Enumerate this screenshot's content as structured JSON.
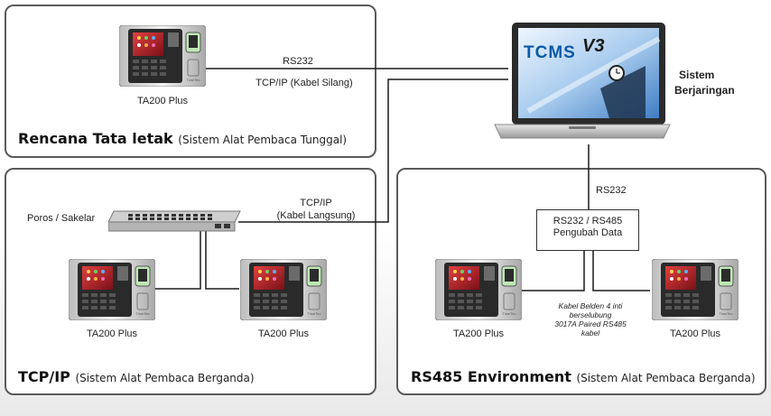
{
  "panels": {
    "single": {
      "title": "Rencana Tata letak",
      "subtitle": "(Sistem Alat Pembaca Tunggal)"
    },
    "tcpip": {
      "title": "TCP/IP",
      "subtitle": "(Sistem Alat Pembaca Berganda)"
    },
    "rs485": {
      "title": "RS485 Environment",
      "subtitle": "(Sistem Alat Pembaca Berganda)"
    }
  },
  "device_label": "TA200 Plus",
  "top_link": {
    "line1": "RS232",
    "line2": "TCP/IP (Kabel Silang)"
  },
  "tcp_link": {
    "line1": "TCP/IP",
    "line2": "(Kabel Langsung)"
  },
  "switch_label": "Poros / Sakelar",
  "laptop": {
    "logo_left": "TCMS",
    "logo_v": "V3",
    "caption_line1": "Sistem",
    "caption_line2": "Berjaringan"
  },
  "rs232_label": "RS232",
  "converter": {
    "line1": "RS232 / RS485",
    "line2": "Pengubah Data"
  },
  "cable_note": {
    "line1": "Kabel Belden 4 inti",
    "line2": "berselubung",
    "line3": "3017A Paired RS485",
    "line4": "kabel"
  },
  "colors": {
    "border": "#5a5a5a",
    "line": "#1a1a1a",
    "screen_red": "#c0202a",
    "laptop_blue": "#4f8fd0"
  }
}
